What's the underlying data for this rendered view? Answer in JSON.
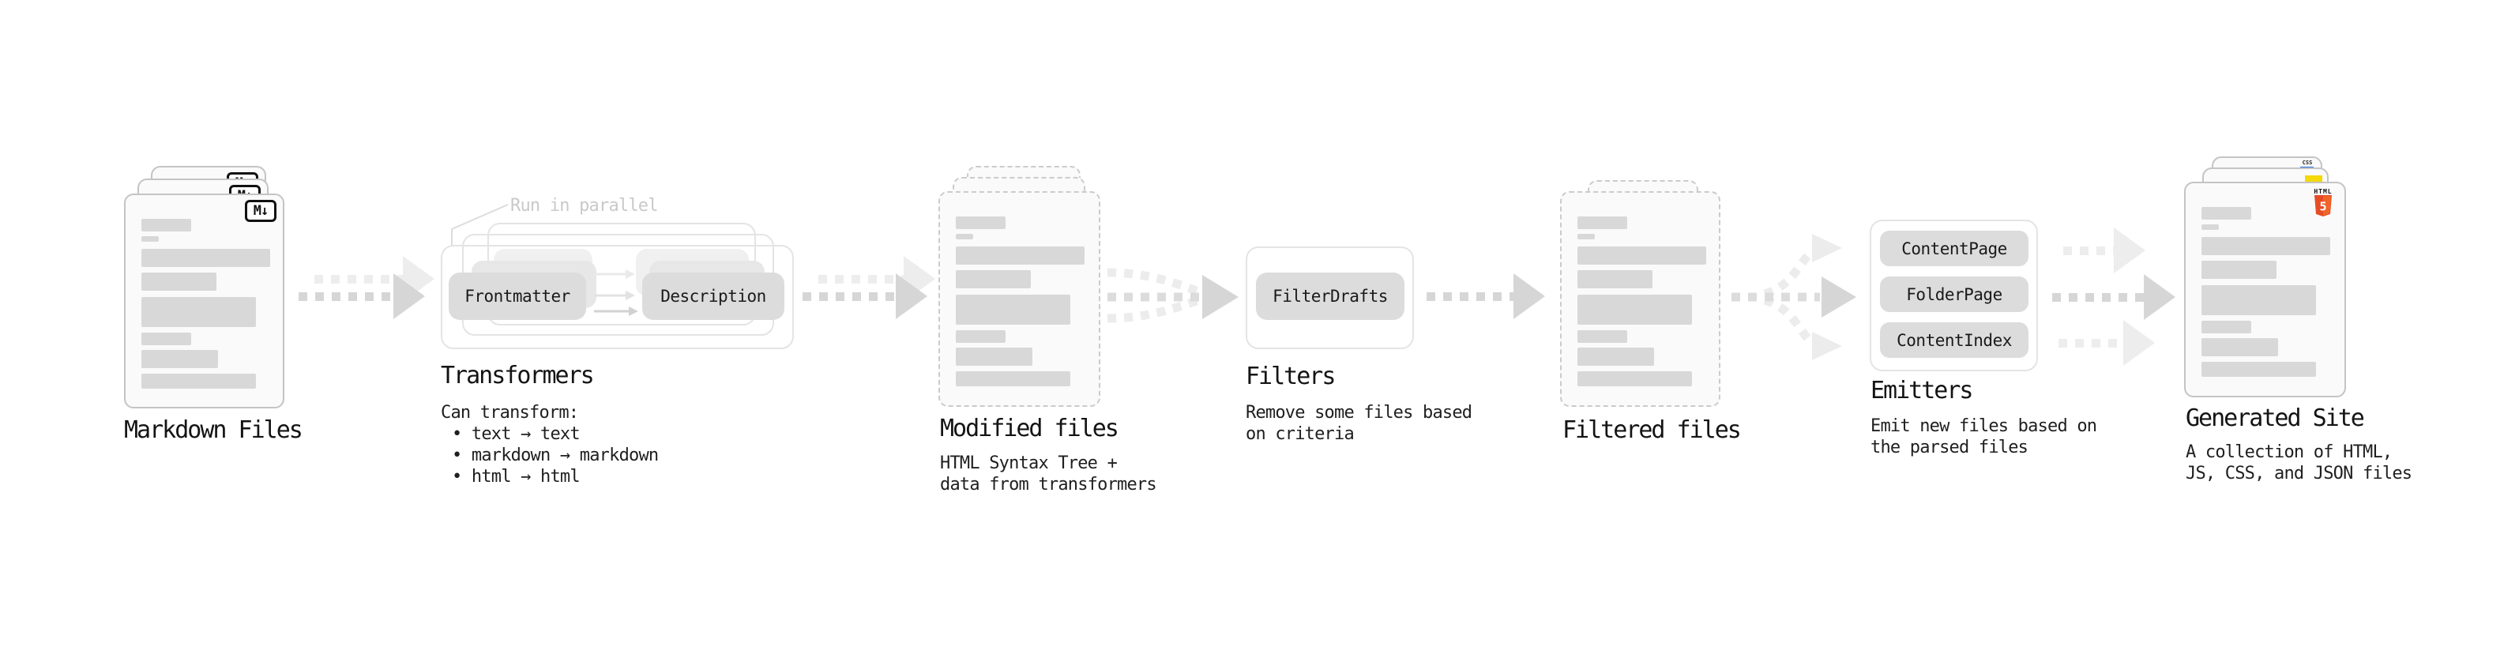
{
  "sections": {
    "markdown_files": {
      "label": "Markdown Files",
      "badge": "M↓"
    },
    "transformers": {
      "annotation": "Run in parallel",
      "pill_left": "Frontmatter",
      "pill_right": "Description",
      "label": "Transformers",
      "sub_heading": "Can transform:",
      "bullets": [
        "• text → text",
        "• markdown → markdown",
        "• html → html"
      ]
    },
    "modified_files": {
      "label": "Modified files",
      "description_lines": [
        "HTML Syntax Tree +",
        "data from transformers"
      ]
    },
    "filters": {
      "pill": "FilterDrafts",
      "label": "Filters",
      "description_lines": [
        "Remove some files based",
        "on criteria"
      ]
    },
    "filtered_files": {
      "label": "Filtered files"
    },
    "emitters": {
      "pills": [
        "ContentPage",
        "FolderPage",
        "ContentIndex"
      ],
      "label": "Emitters",
      "description_lines": [
        "Emit new files based on",
        "the parsed files"
      ]
    },
    "generated_site": {
      "label": "Generated Site",
      "description_lines": [
        "A collection of HTML,",
        "JS, CSS, and JSON files"
      ],
      "badge_css": "CSS",
      "badge_html_text": "HTML",
      "badge_html_number": "5"
    }
  },
  "colors": {
    "background": "#ffffff",
    "doc_fill": "#fafafa",
    "doc_border": "#c4c4c4",
    "doc_dashed_border": "#cbcbcb",
    "bar_fill": "#d8d8d8",
    "pill_fill": "#dcdcdc",
    "pill_ghost_1": "#e7e7e7",
    "pill_ghost_2": "#f0f0f0",
    "outline_box_border": "#e4e4e4",
    "arrow_main": "#d6d6d6",
    "arrow_ghost": "#ededed",
    "annotation_text": "#c9c9c9",
    "title_text": "#141414",
    "body_text": "#1f1f1f",
    "badge_border": "#111111",
    "html5_orange": "#e44d26",
    "html5_orange_light": "#f16529",
    "js_yellow": "#f5d908",
    "css_blue": "#2b6fe3"
  }
}
